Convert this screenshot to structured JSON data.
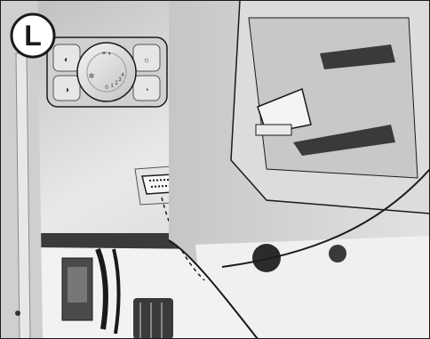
{
  "callout": {
    "letter": "L"
  },
  "icons": {
    "callout_badge": "circle-letter-badge-icon",
    "headlamp_switch": "rotary-light-switch-icon",
    "obd_port": "diagnostic-connector-icon",
    "hood_release": "hood-release-lever-icon",
    "fog_front": "front-fog-lamp-icon",
    "fog_rear": "rear-fog-lamp-icon",
    "parking_light": "parking-lamp-icon",
    "auto_light": "auto-headlamp-icon",
    "low_beam": "low-beam-icon"
  },
  "switch_dial": {
    "marks": [
      "0",
      "1",
      "2",
      "3",
      "4"
    ]
  },
  "colors": {
    "background": "#ffffff",
    "panel": "#d4d4d4",
    "panel_shadow": "#9a9a9a",
    "dark": "#2b2b2b",
    "outline": "#1a1a1a"
  }
}
